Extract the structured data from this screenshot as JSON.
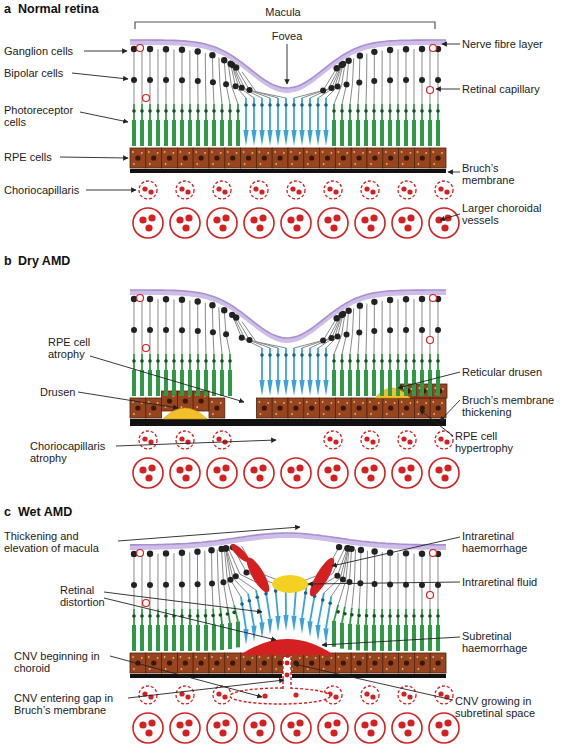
{
  "diagram": {
    "labels": [
      "a",
      "Normal retina",
      "Macula",
      "Fovea",
      "Ganglion cells",
      "Nerve fibre layer",
      "Bipolar cells",
      "Retinal capillary",
      "Photoreceptor cells",
      "RPE cells",
      "Bruch’s membrane",
      "Choriocapillaris",
      "Larger choroidal vessels",
      "b",
      "Dry AMD",
      "RPE cell atrophy",
      "Reticular drusen",
      "Drusen",
      "Bruch’s membrane thickening",
      "Choriocapillaris atrophy",
      "RPE cell hypertrophy",
      "c",
      "Wet AMD",
      "Thickening and elevation of macula",
      "Intraretinal haemorrhage",
      "Intraretinal fluid",
      "Retinal distortion",
      "Subretinal haemorrhage",
      "CNV beginning in choroid",
      "CNV growing in subretinal space",
      "CNV entering gap in Bruch’s membrane"
    ]
  }
}
